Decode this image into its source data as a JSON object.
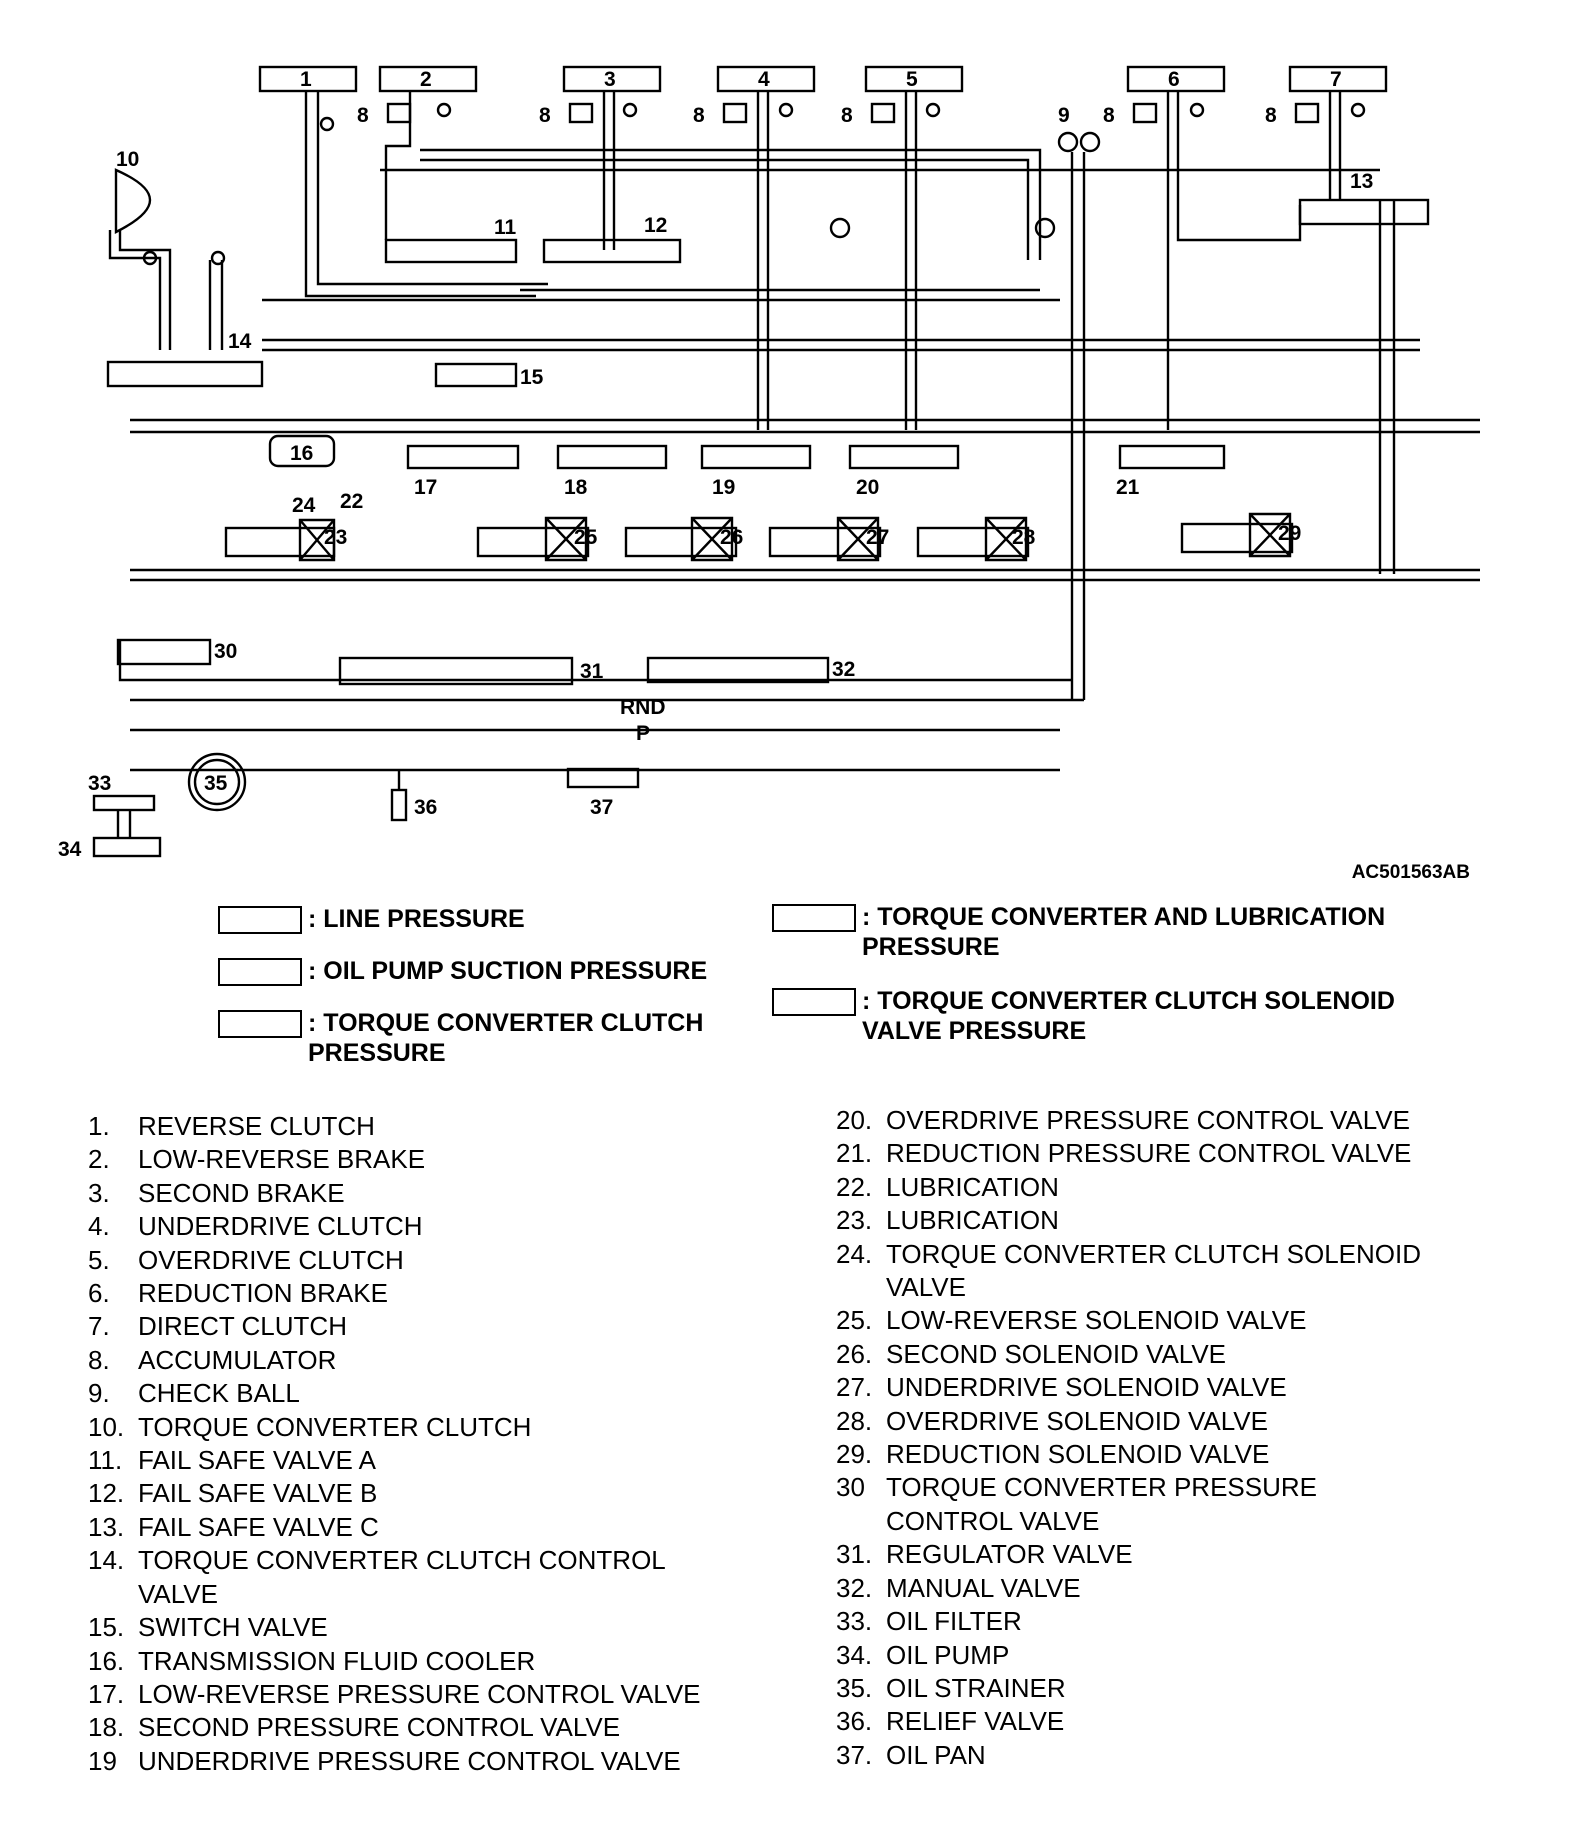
{
  "figure_code": "AC501563AB",
  "diagram_labels": {
    "box_1": "1",
    "box_2": "2",
    "box_3": "3",
    "box_4": "4",
    "box_5": "5",
    "box_6": "6",
    "box_7": "7",
    "acc": "8",
    "n9": "9",
    "n10": "10",
    "n11": "11",
    "n12": "12",
    "n13": "13",
    "n14": "14",
    "n15": "15",
    "n16": "16",
    "n17": "17",
    "n18": "18",
    "n19": "19",
    "n20": "20",
    "n21": "21",
    "n22": "22",
    "n23": "23",
    "n24": "24",
    "n25": "25",
    "n26": "26",
    "n27": "27",
    "n28": "28",
    "n29": "29",
    "n30": "30",
    "n31": "31",
    "n32": "32",
    "n33": "33",
    "n34": "34",
    "n35": "35",
    "n36": "36",
    "n37": "37",
    "rnd": "RND",
    "p": "P"
  },
  "legend": [
    {
      "label": ": LINE PRESSURE"
    },
    {
      "label": ": OIL PUMP SUCTION PRESSURE"
    },
    {
      "label": ": TORQUE CONVERTER CLUTCH\n  PRESSURE"
    },
    {
      "label": ": TORQUE CONVERTER AND LUBRICATION\n  PRESSURE"
    },
    {
      "label": ": TORQUE CONVERTER CLUTCH SOLENOID\n  VALVE PRESSURE"
    }
  ],
  "parts_left": [
    {
      "num": "1.",
      "label": "REVERSE CLUTCH"
    },
    {
      "num": "2.",
      "label": "LOW-REVERSE BRAKE"
    },
    {
      "num": "3.",
      "label": "SECOND BRAKE"
    },
    {
      "num": "4.",
      "label": "UNDERDRIVE CLUTCH"
    },
    {
      "num": "5.",
      "label": "OVERDRIVE CLUTCH"
    },
    {
      "num": "6.",
      "label": "REDUCTION BRAKE"
    },
    {
      "num": "7.",
      "label": "DIRECT CLUTCH"
    },
    {
      "num": "8.",
      "label": "ACCUMULATOR"
    },
    {
      "num": "9.",
      "label": "CHECK BALL"
    },
    {
      "num": "10.",
      "label": "TORQUE CONVERTER CLUTCH"
    },
    {
      "num": "11.",
      "label": "FAIL SAFE VALVE A"
    },
    {
      "num": "12.",
      "label": "FAIL SAFE VALVE B"
    },
    {
      "num": "13.",
      "label": "FAIL SAFE VALVE C"
    },
    {
      "num": "14.",
      "label": "TORQUE CONVERTER CLUTCH CONTROL\nVALVE"
    },
    {
      "num": "15.",
      "label": "SWITCH VALVE"
    },
    {
      "num": "16.",
      "label": "TRANSMISSION FLUID COOLER"
    },
    {
      "num": "17.",
      "label": "LOW-REVERSE PRESSURE CONTROL VALVE"
    },
    {
      "num": "18.",
      "label": "SECOND PRESSURE CONTROL VALVE"
    },
    {
      "num": "19",
      "label": "UNDERDRIVE PRESSURE CONTROL VALVE"
    }
  ],
  "parts_right": [
    {
      "num": "20.",
      "label": "OVERDRIVE PRESSURE CONTROL VALVE"
    },
    {
      "num": "21.",
      "label": "REDUCTION PRESSURE CONTROL VALVE"
    },
    {
      "num": "22.",
      "label": "LUBRICATION"
    },
    {
      "num": "23.",
      "label": "LUBRICATION"
    },
    {
      "num": "24.",
      "label": "TORQUE CONVERTER CLUTCH SOLENOID\nVALVE"
    },
    {
      "num": "25.",
      "label": "LOW-REVERSE SOLENOID VALVE"
    },
    {
      "num": "26.",
      "label": "SECOND SOLENOID VALVE"
    },
    {
      "num": "27.",
      "label": "UNDERDRIVE SOLENOID VALVE"
    },
    {
      "num": "28.",
      "label": "OVERDRIVE SOLENOID VALVE"
    },
    {
      "num": "29.",
      "label": "REDUCTION SOLENOID VALVE"
    },
    {
      "num": "30",
      "label": "TORQUE CONVERTER PRESSURE\nCONTROL VALVE"
    },
    {
      "num": "31.",
      "label": "REGULATOR VALVE"
    },
    {
      "num": "32.",
      "label": "MANUAL VALVE"
    },
    {
      "num": "33.",
      "label": "OIL FILTER"
    },
    {
      "num": "34.",
      "label": "OIL PUMP"
    },
    {
      "num": "35.",
      "label": "OIL STRAINER"
    },
    {
      "num": "36.",
      "label": "RELIEF VALVE"
    },
    {
      "num": "37.",
      "label": "OIL PAN"
    }
  ]
}
